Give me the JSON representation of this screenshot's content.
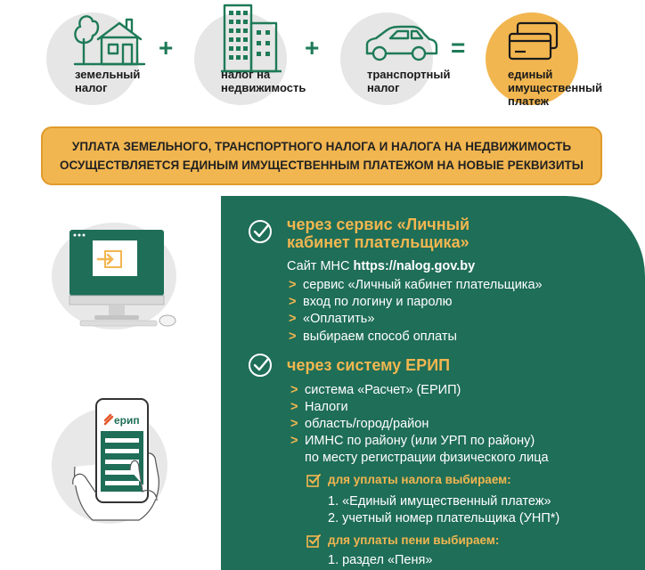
{
  "formula": {
    "land": {
      "line1": "земельный",
      "line2": "налог"
    },
    "realty": {
      "line1": "налог на",
      "line2": "недвижимость"
    },
    "transport": {
      "line1": "транспортный",
      "line2": "налог"
    },
    "single": {
      "line1": "единый",
      "line2": "имущественный",
      "line3": "платеж"
    },
    "plus": "+",
    "equals": "="
  },
  "banner": {
    "line1": "УПЛАТА ЗЕМЕЛЬНОГО, ТРАНСПОРТНОГО НАЛОГА И НАЛОГА НА НЕДВИЖИМОСТЬ",
    "line2": "ОСУЩЕСТВЛЯЕТСЯ ЕДИНЫМ ИМУЩЕСТВЕННЫМ ПЛАТЕЖОМ НА НОВЫЕ РЕКВИЗИТЫ"
  },
  "cabinet": {
    "heading1": "через сервис «Личный",
    "heading2": "кабинет плательщика»",
    "site_prefix": "Сайт МНС",
    "site_url": "https://nalog.gov.by",
    "steps": [
      "сервис «Личный кабинет плательщика»",
      "вход по логину и паролю",
      "«Оплатить»",
      "выбираем способ оплаты"
    ]
  },
  "erip": {
    "heading": "через систему ЕРИП",
    "phone_logo": "ерип",
    "steps": [
      "система «Расчет» (ЕРИП)",
      "Налоги",
      "область/город/район",
      "ИМНС по району (или УРП по району)"
    ],
    "step4_cont": "по месту регистрации физического лица",
    "tax_sub": "для уплаты налога выбираем:",
    "tax_items": [
      "1. «Единый имущественный платеж»",
      "2. учетный номер плательщика (УНП*)"
    ],
    "penalty_sub": "для уплаты пени выбираем:",
    "penalty_items": [
      "1. раздел «Пеня»"
    ]
  },
  "colors": {
    "green": "#1f6e57",
    "gold": "#f2b650",
    "accent_green": "#1e7a57"
  }
}
